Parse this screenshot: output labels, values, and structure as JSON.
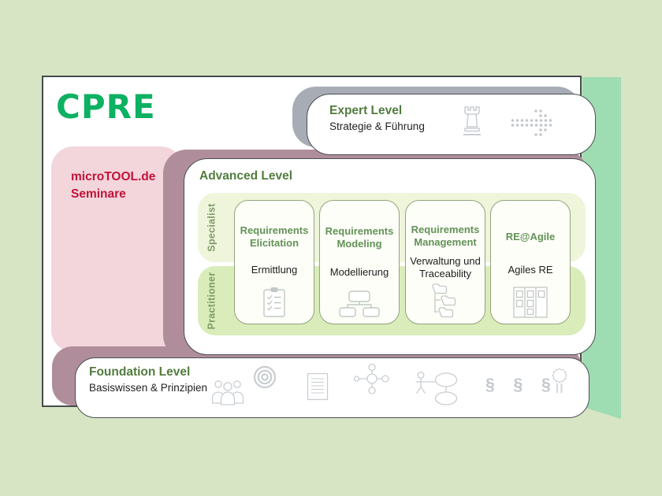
{
  "colors": {
    "background": "#d7e5c5",
    "accent_strip_green": "#9edcb2",
    "logo_green": "#0cb161",
    "brand_red": "#c11339",
    "pink_box": "#f3d5dc",
    "mauve_shadow": "#b08d9a",
    "gray_shadow": "#a8adb5",
    "heading_green": "#527c3f",
    "band_specialist": "#eef5db",
    "band_practitioner": "#d9ecba"
  },
  "logo": {
    "text": "CPRE"
  },
  "brand": {
    "label": "microTOOL.de\nSeminare"
  },
  "expert": {
    "title": "Expert Level",
    "subtitle": "Strategie & Führung",
    "icons": [
      "rook-icon",
      "dotted-arrow-icon"
    ]
  },
  "advanced": {
    "title": "Advanced Level",
    "tracks": [
      {
        "label": "Specialist"
      },
      {
        "label": "Practitioner"
      }
    ],
    "cards": [
      {
        "title": "Requirements Elicitation",
        "subtitle": "Ermittlung",
        "icon": "checklist-icon"
      },
      {
        "title": "Requirements Modeling",
        "subtitle": "Modellierung",
        "icon": "diagram-boxes-icon"
      },
      {
        "title": "Requirements Management",
        "subtitle": "Verwaltung und Traceability",
        "icon": "folder-tree-icon"
      },
      {
        "title": "RE@Agile",
        "subtitle": "Agiles RE",
        "icon": "kanban-board-icon"
      }
    ]
  },
  "foundation": {
    "title": "Foundation Level",
    "subtitle": "Basiswissen & Prinzipien",
    "paragraphs": "§ § §",
    "icons": [
      "people-group-icon",
      "target-icon",
      "document-icon",
      "network-icon",
      "usecase-icon",
      "paragraph-icon",
      "rosette-icon"
    ]
  }
}
